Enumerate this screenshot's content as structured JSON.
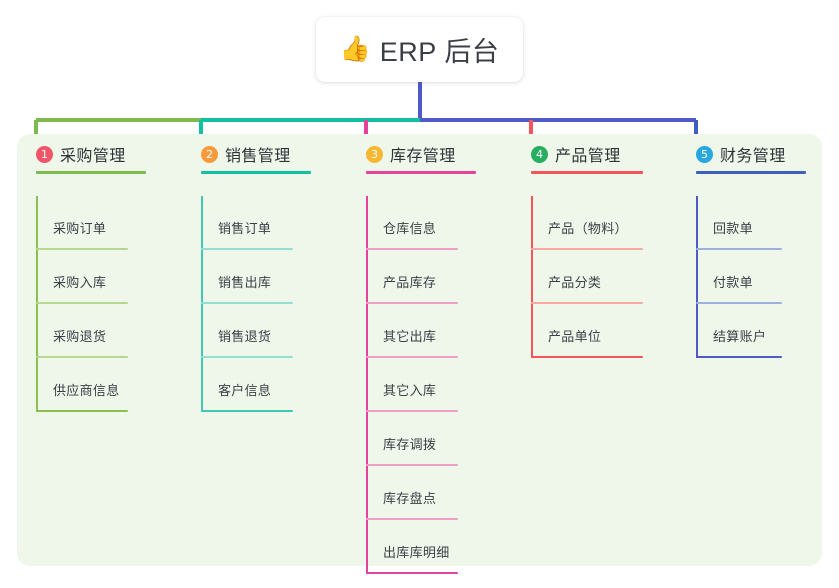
{
  "root": {
    "emoji": "👍",
    "emoji_name": "thumbs-up-icon",
    "title": "ERP 后台"
  },
  "theme": {
    "panel_bg": "#eef7ea",
    "page_bg": "#ffffff",
    "text": "#3b3f46",
    "trunk": "#5159c4",
    "bar_green": "#7fba4c",
    "bar_teal": "#11bfa1"
  },
  "columns": [
    {
      "index": "1",
      "badge_color": "#f0566a",
      "rule_color": "#7fba4c",
      "line_color": "#8cc152",
      "item_rule_color": "#b5d98e",
      "title": "采购管理",
      "items": [
        "采购订单",
        "采购入库",
        "采购退货",
        "供应商信息"
      ]
    },
    {
      "index": "2",
      "badge_color": "#f79a3c",
      "rule_color": "#11bfa1",
      "line_color": "#3fc9b4",
      "item_rule_color": "#8fdfd2",
      "title": "销售管理",
      "items": [
        "销售订单",
        "销售出库",
        "销售退货",
        "客户信息"
      ]
    },
    {
      "index": "3",
      "badge_color": "#f7b731",
      "rule_color": "#e5429b",
      "line_color": "#e5429b",
      "item_rule_color": "#f0a0c8",
      "title": "库存管理",
      "items": [
        "仓库信息",
        "产品库存",
        "其它出库",
        "其它入库",
        "库存调拨",
        "库存盘点",
        "出库库明细"
      ]
    },
    {
      "index": "4",
      "badge_color": "#27ae60",
      "rule_color": "#f4545c",
      "line_color": "#f4545c",
      "item_rule_color": "#f9a8a6",
      "title": "产品管理",
      "items": [
        "产品（物料）",
        "产品分类",
        "产品单位"
      ]
    },
    {
      "index": "5",
      "badge_color": "#29a8e0",
      "rule_color": "#3f5fc0",
      "line_color": "#5159c4",
      "item_rule_color": "#9fb0e0",
      "title": "财务管理",
      "items": [
        "回款单",
        "付款单",
        "结算账户"
      ]
    }
  ]
}
